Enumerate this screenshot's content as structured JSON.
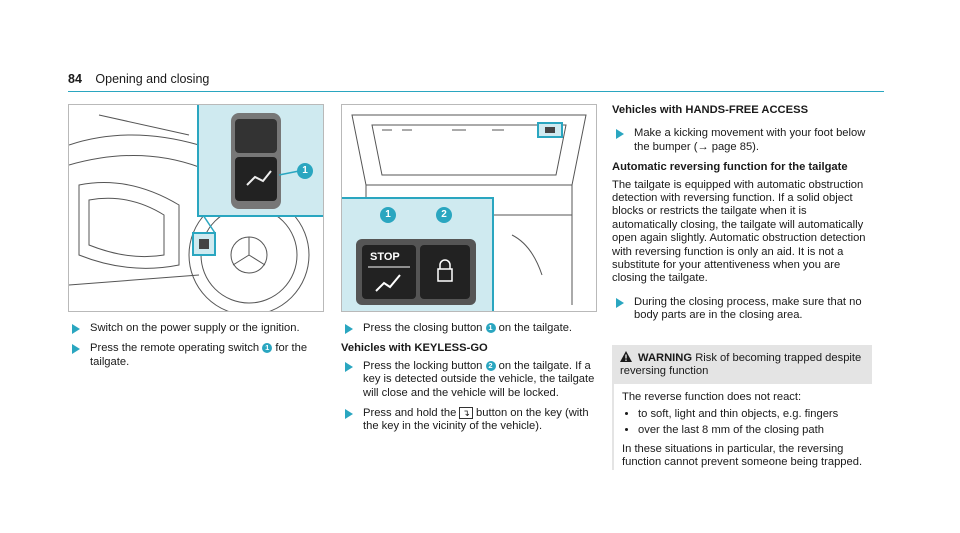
{
  "header": {
    "page_number": "84",
    "section_title": "Opening and closing"
  },
  "accent_color": "#2aa6c0",
  "figure_left": {
    "callout_1": "1",
    "icon": "tailgate-button-icon"
  },
  "figure_right": {
    "callout_1": "1",
    "callout_2": "2",
    "stop_label": "STOP"
  },
  "col1": {
    "b1": "Switch on the power supply or the ignition.",
    "b2_a": "Press the remote operating switch ",
    "b2_num": "1",
    "b2_b": " for the tailgate."
  },
  "col2": {
    "b1_a": "Press the closing button ",
    "b1_num": "1",
    "b1_b": " on the tailgate.",
    "heading": "Vehicles with KEYLESS-GO",
    "b2_a": "Press the locking button ",
    "b2_num": "2",
    "b2_b": " on the tailgate. If a key is detected outside the vehicle, the tailgate will close and the vehicle will be locked.",
    "b3_a": "Press and hold the ",
    "b3_b": " button on the key (with the key in the vicinity of the vehicle)."
  },
  "col3": {
    "heading1": "Vehicles with HANDS-FREE ACCESS",
    "b1": "Make a kicking movement with your foot below the bumper (→ page 85).",
    "heading2": "Automatic reversing function for the tailgate",
    "para": "The tailgate is equipped with automatic obstruction detection with reversing function. If a solid object blocks or restricts the tailgate when it is automatically closing, the tailgate will automatically open again slightly. Automatic obstruction detection with reversing function is only an aid. It is not a substitute for your attentiveness when you are closing the tailgate.",
    "b2": "During the closing process, make sure that no body parts are in the closing area."
  },
  "warning": {
    "label": "WARNING",
    "text": "Risk of becoming trapped despite reversing function",
    "intro": "The reverse function does not react:",
    "items": [
      "to soft, light and thin objects, e.g. fingers",
      "over the last 8 mm of the closing path"
    ],
    "outro": "In these situations in particular, the reversing function cannot prevent someone being trapped."
  }
}
